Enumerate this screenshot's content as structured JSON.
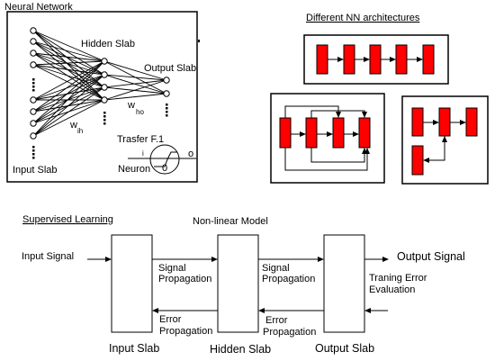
{
  "nn": {
    "title": "Neural Network",
    "hidden": "Hidden Slab",
    "output": "Output Slab",
    "input": "Input Slab",
    "w_main": "w",
    "w_ih_sub": "ih",
    "w_ho_sub": "ho",
    "transfer": "Trasfer F.1",
    "neuron": "Neuron",
    "n_i": "i",
    "n_o": "o",
    "n_zero": "0"
  },
  "arch": {
    "title": "Different  NN architectures"
  },
  "flow": {
    "supervised": "Supervised Learning",
    "nonlinear": "Non-linear Model",
    "input_signal": "Input Signal",
    "output_signal": "Output Signal",
    "signal_prop_1a": "Signal",
    "signal_prop_1b": "Propagation",
    "signal_prop_2a": "Signal",
    "signal_prop_2b": "Propagation",
    "error_prop_1a": "Error",
    "error_prop_1b": "Propagation",
    "error_prop_2a": "Error",
    "error_prop_2b": "Propagation",
    "training_a": "Traning Error",
    "training_b": "Evaluation",
    "slab_input": "Input Slab",
    "slab_hidden": "Hidden Slab",
    "slab_output": "Output Slab"
  },
  "colors": {
    "block": "#ff0000",
    "line": "#000000"
  }
}
